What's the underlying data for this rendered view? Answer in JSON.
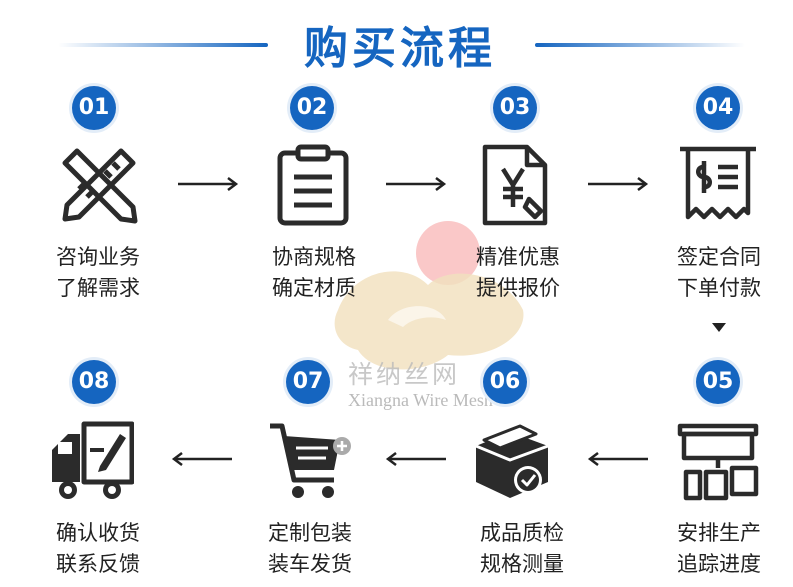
{
  "title": "购买流程",
  "steps": [
    {
      "num": "01",
      "line1": "咨询业务",
      "line2": "了解需求",
      "icon": "ruler-pencil-icon"
    },
    {
      "num": "02",
      "line1": "协商规格",
      "line2": "确定材质",
      "icon": "clipboard-icon"
    },
    {
      "num": "03",
      "line1": "精准优惠",
      "line2": "提供报价",
      "icon": "yuan-document-icon"
    },
    {
      "num": "04",
      "line1": "签定合同",
      "line2": "下单付款",
      "icon": "receipt-icon"
    },
    {
      "num": "05",
      "line1": "安排生产",
      "line2": "追踪进度",
      "icon": "devices-icon"
    },
    {
      "num": "06",
      "line1": "成品质检",
      "line2": "规格测量",
      "icon": "box-check-icon"
    },
    {
      "num": "07",
      "line1": "定制包装",
      "line2": "装车发货",
      "icon": "shopping-cart-icon"
    },
    {
      "num": "08",
      "line1": "确认收货",
      "line2": "联系反馈",
      "icon": "delivery-truck-icon"
    }
  ],
  "watermark": {
    "cn": "祥纳丝网",
    "en": "Xiangna Wire Mesh"
  },
  "colors": {
    "accent": "#1565c0",
    "icon": "#2b2b2b",
    "text": "#222222"
  }
}
